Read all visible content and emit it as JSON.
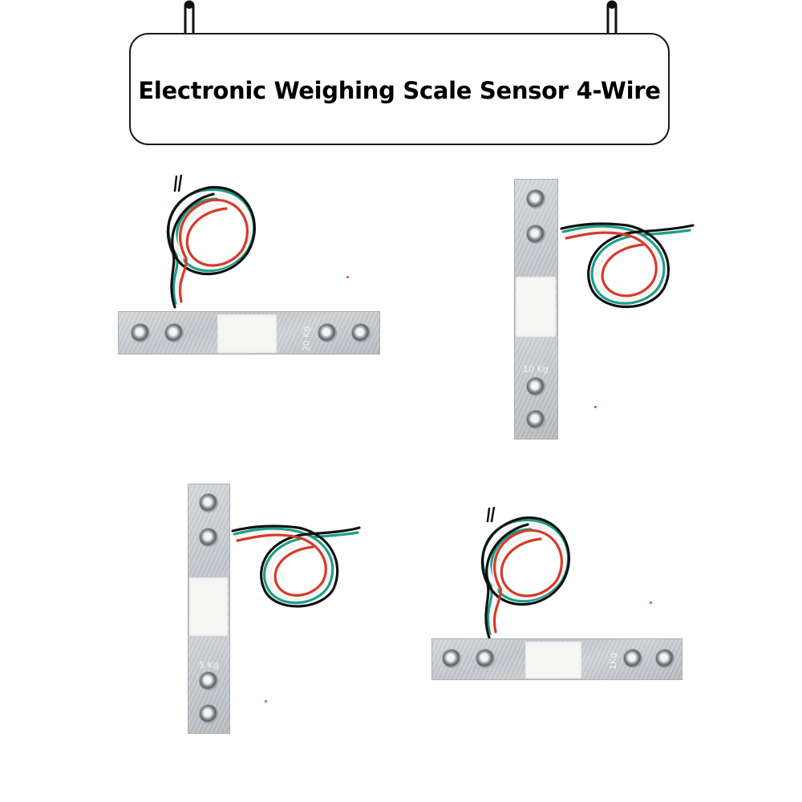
{
  "title": "Electronic Weighing Scale Sensor 4-Wire",
  "colors": {
    "border": "#1a1a1a",
    "metal": "#c8cbcf",
    "wire_red": "#d63a2a",
    "wire_green": "#1e9e86",
    "wire_black": "#111111",
    "wire_white": "#f4f4f4"
  },
  "sensors": [
    {
      "id": "load-cell-20kg",
      "rating": "20 Kg",
      "orientation": "horizontal",
      "wire_count": 4
    },
    {
      "id": "load-cell-10kg",
      "rating": "10 Kg",
      "orientation": "vertical",
      "wire_count": 4
    },
    {
      "id": "load-cell-5kg",
      "rating": "5 Kg",
      "orientation": "vertical",
      "wire_count": 4
    },
    {
      "id": "load-cell-1kg",
      "rating": "1Kg",
      "orientation": "horizontal",
      "wire_count": 4
    }
  ]
}
